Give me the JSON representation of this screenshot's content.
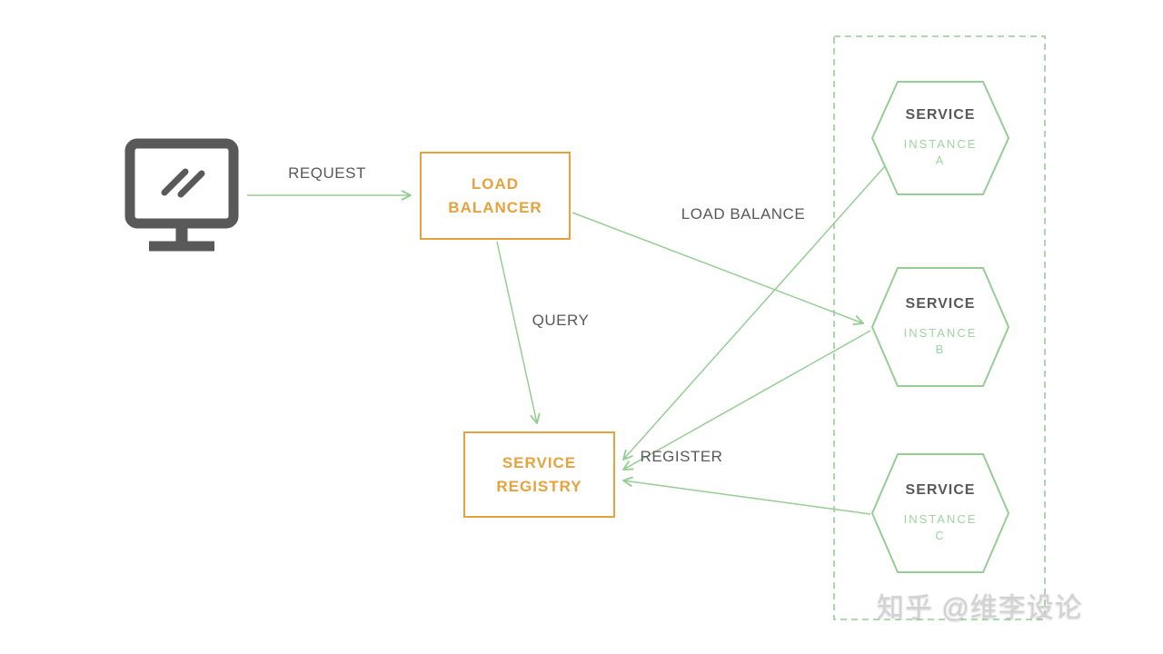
{
  "colors": {
    "accent_orange": "#E6A23C",
    "line_green": "#95CE93",
    "green_text": "#9FD39F",
    "dark_gray": "#595959"
  },
  "edges": {
    "request": "REQUEST",
    "query": "QUERY",
    "load_balance": "LOAD BALANCE",
    "register": "REGISTER"
  },
  "nodes": {
    "load_balancer": {
      "label": "LOAD BALANCER"
    },
    "service_registry": {
      "label": "SERVICE REGISTRY"
    },
    "instances": [
      {
        "title": "SERVICE",
        "subtitle": "INSTANCE",
        "letter": "A"
      },
      {
        "title": "SERVICE",
        "subtitle": "INSTANCE",
        "letter": "B"
      },
      {
        "title": "SERVICE",
        "subtitle": "INSTANCE",
        "letter": "C"
      }
    ]
  },
  "watermark": "知乎 @维李设论"
}
